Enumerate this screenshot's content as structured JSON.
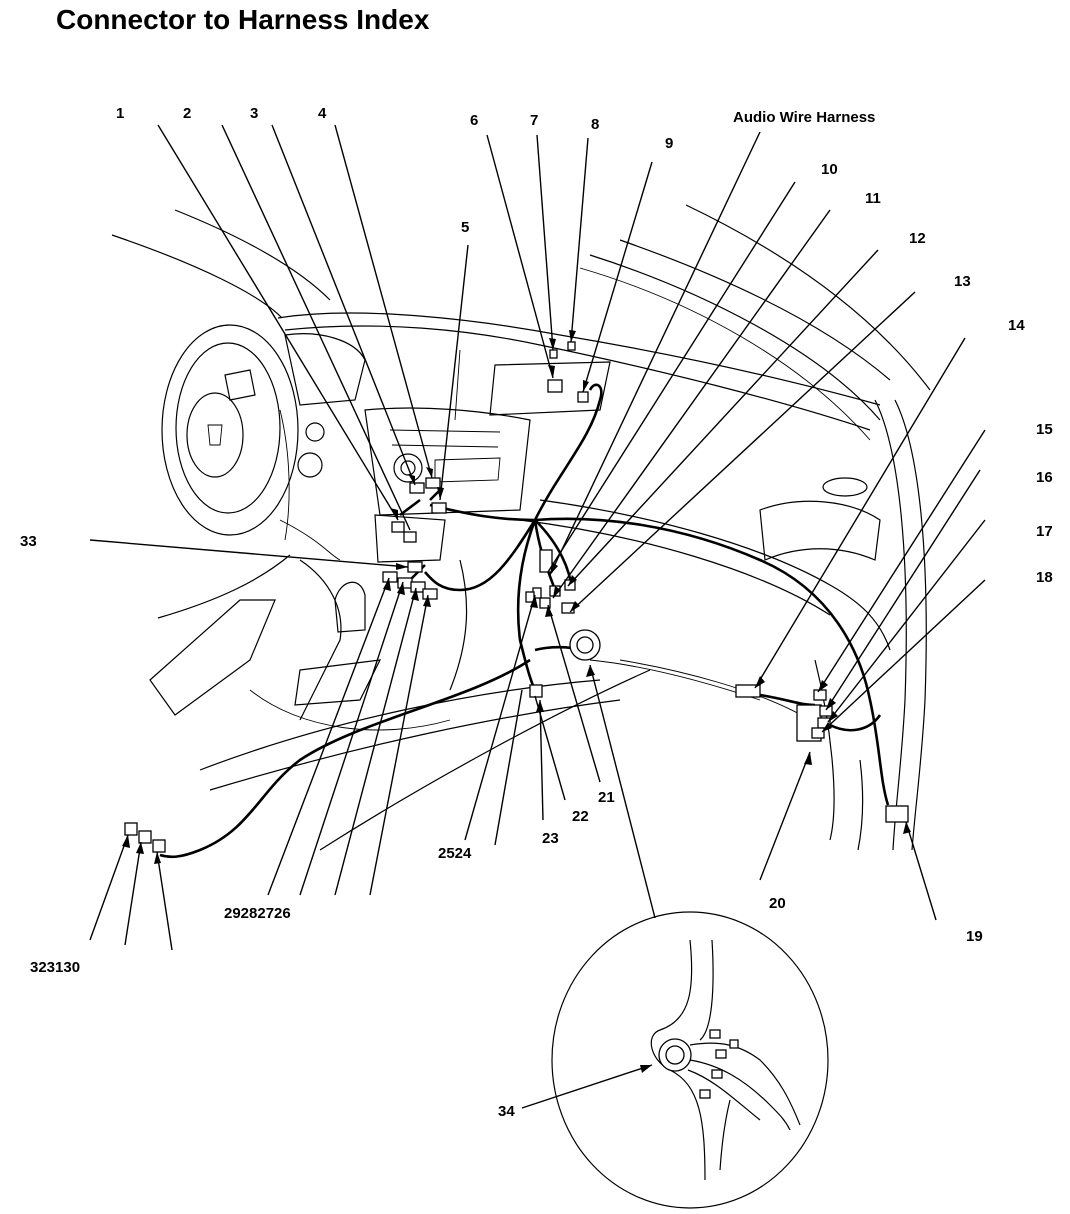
{
  "title": "Connector to Harness Index",
  "harness_label": "Audio Wire Harness",
  "callouts": {
    "c1": "1",
    "c2": "2",
    "c3": "3",
    "c4": "4",
    "c5": "5",
    "c6": "6",
    "c7": "7",
    "c8": "8",
    "c9": "9",
    "c10": "10",
    "c11": "11",
    "c12": "12",
    "c13": "13",
    "c14": "14",
    "c15": "15",
    "c16": "16",
    "c17": "17",
    "c18": "18",
    "c19": "19",
    "c20": "20",
    "c21": "21",
    "c22": "22",
    "c23": "23",
    "c2524": "2524",
    "c29282726": "29282726",
    "c323130": "323130",
    "c33": "33",
    "c34": "34"
  }
}
